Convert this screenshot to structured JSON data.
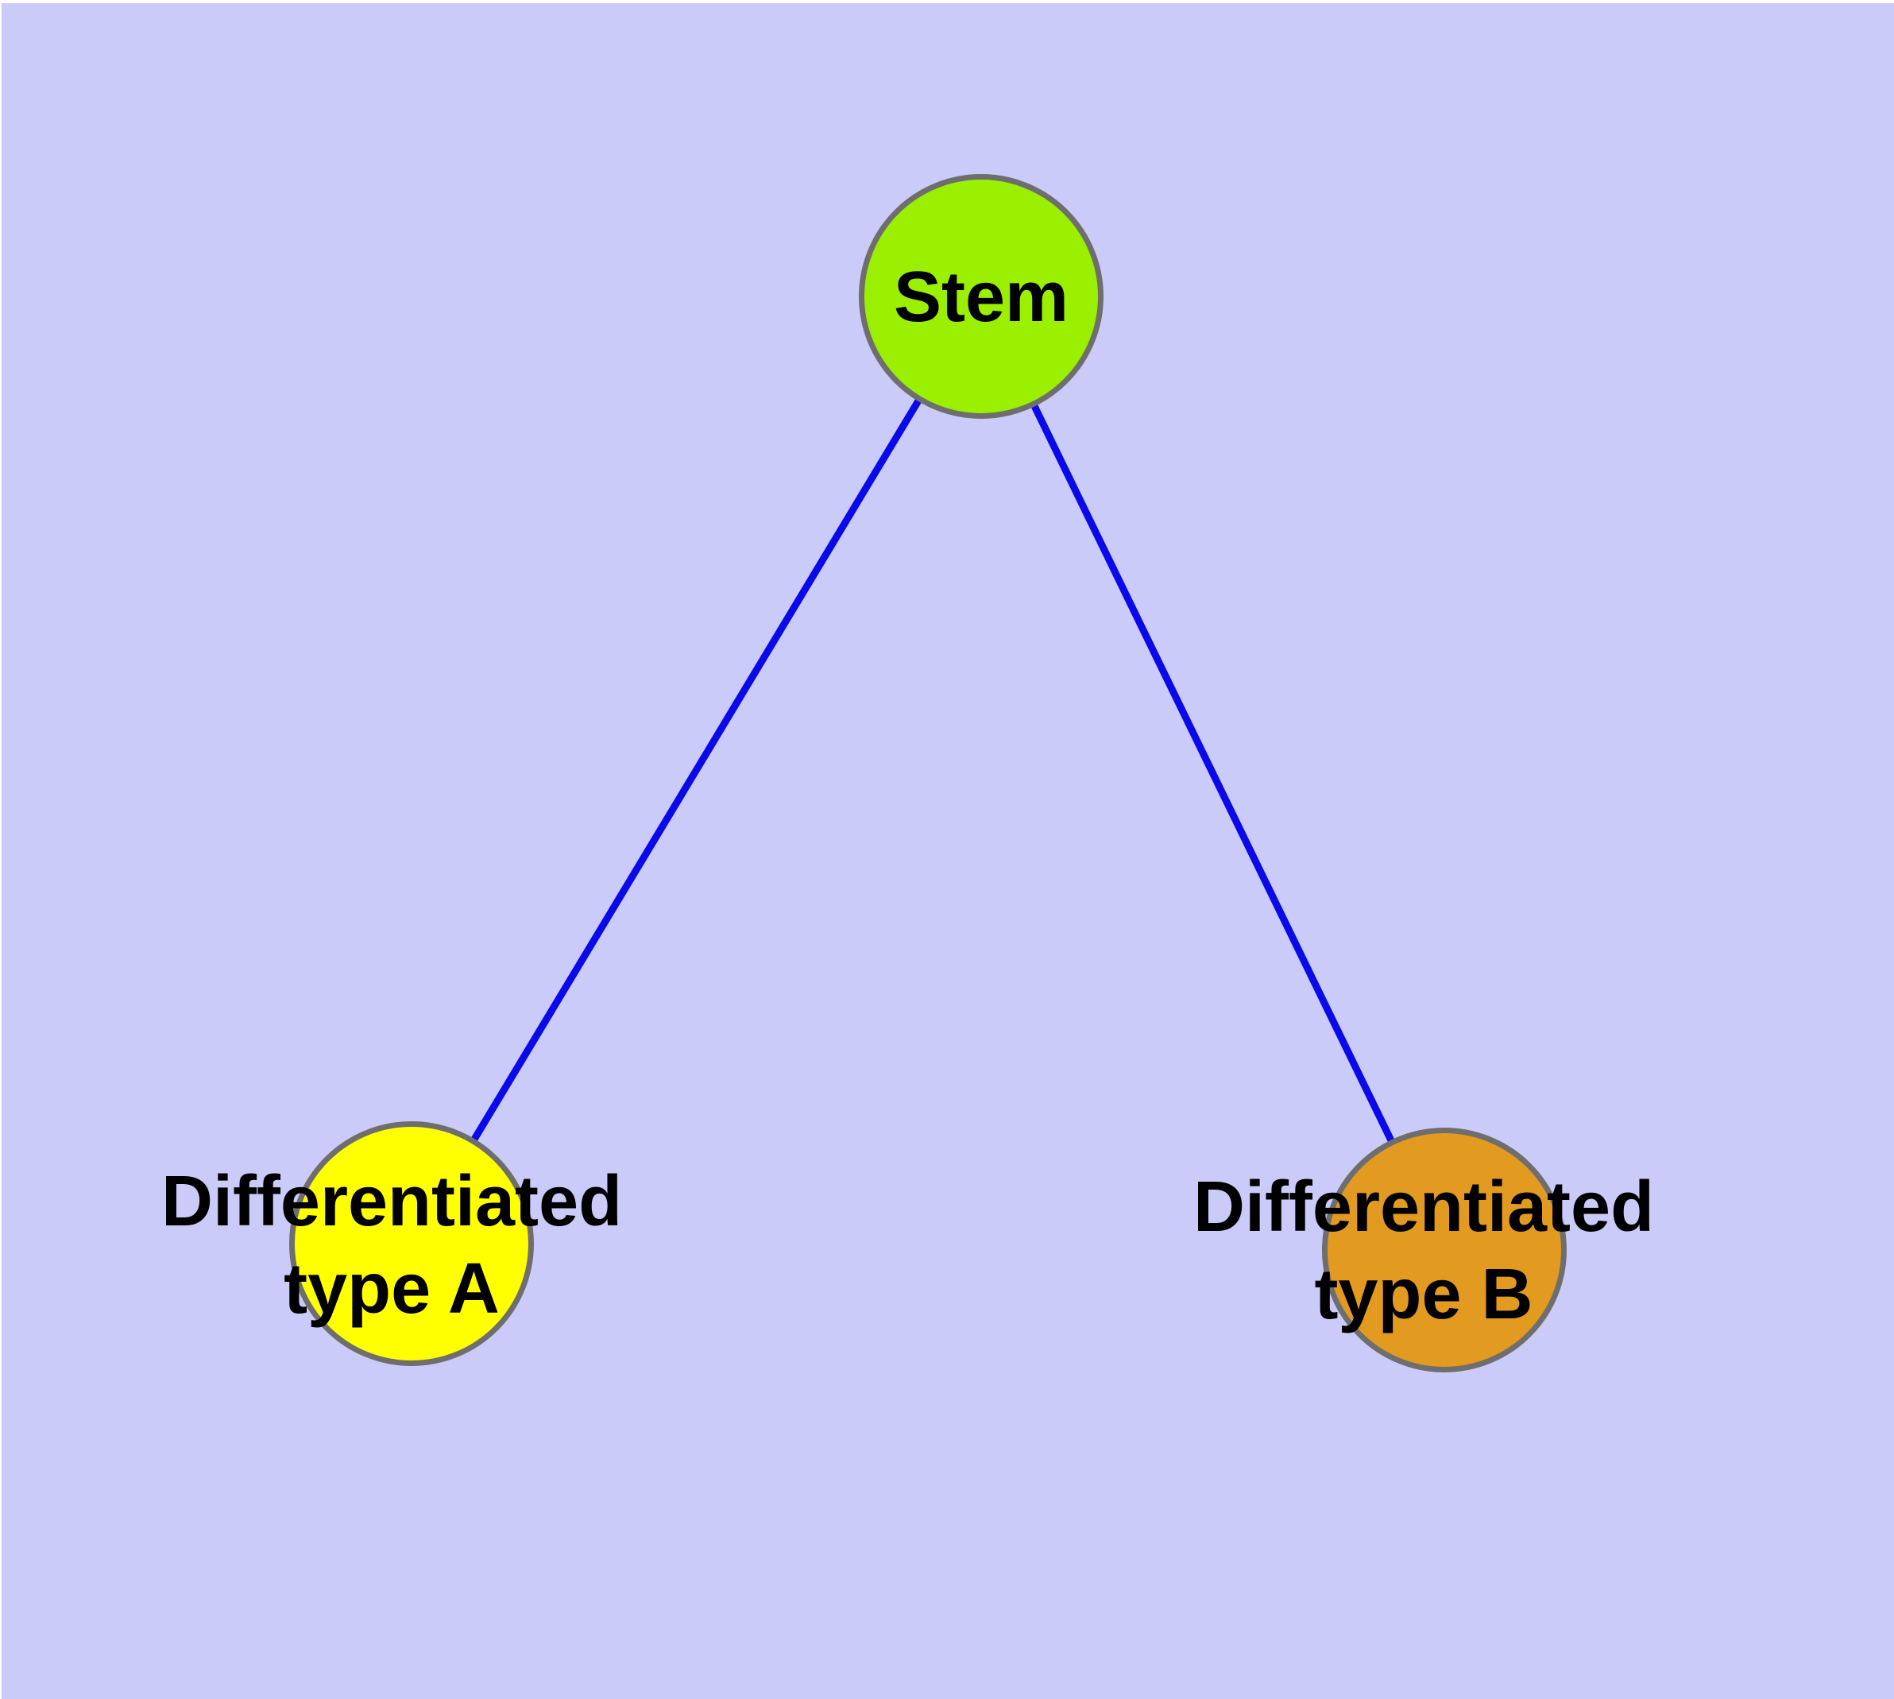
{
  "diagram": {
    "background_color": "#cbcbfa",
    "edge_color": "#0909e9",
    "node_border_color": "#6e6e6e",
    "nodes": [
      {
        "id": "stem",
        "label": "Stem",
        "fill": "#9af000"
      },
      {
        "id": "type-a",
        "label": "Differentiated\ntype A",
        "fill": "#ffff00"
      },
      {
        "id": "type-b",
        "label": "Differentiated\ntype B",
        "fill": "#e29a20"
      }
    ],
    "edges": [
      {
        "from": "stem",
        "to": "type-a"
      },
      {
        "from": "stem",
        "to": "type-b"
      }
    ]
  }
}
